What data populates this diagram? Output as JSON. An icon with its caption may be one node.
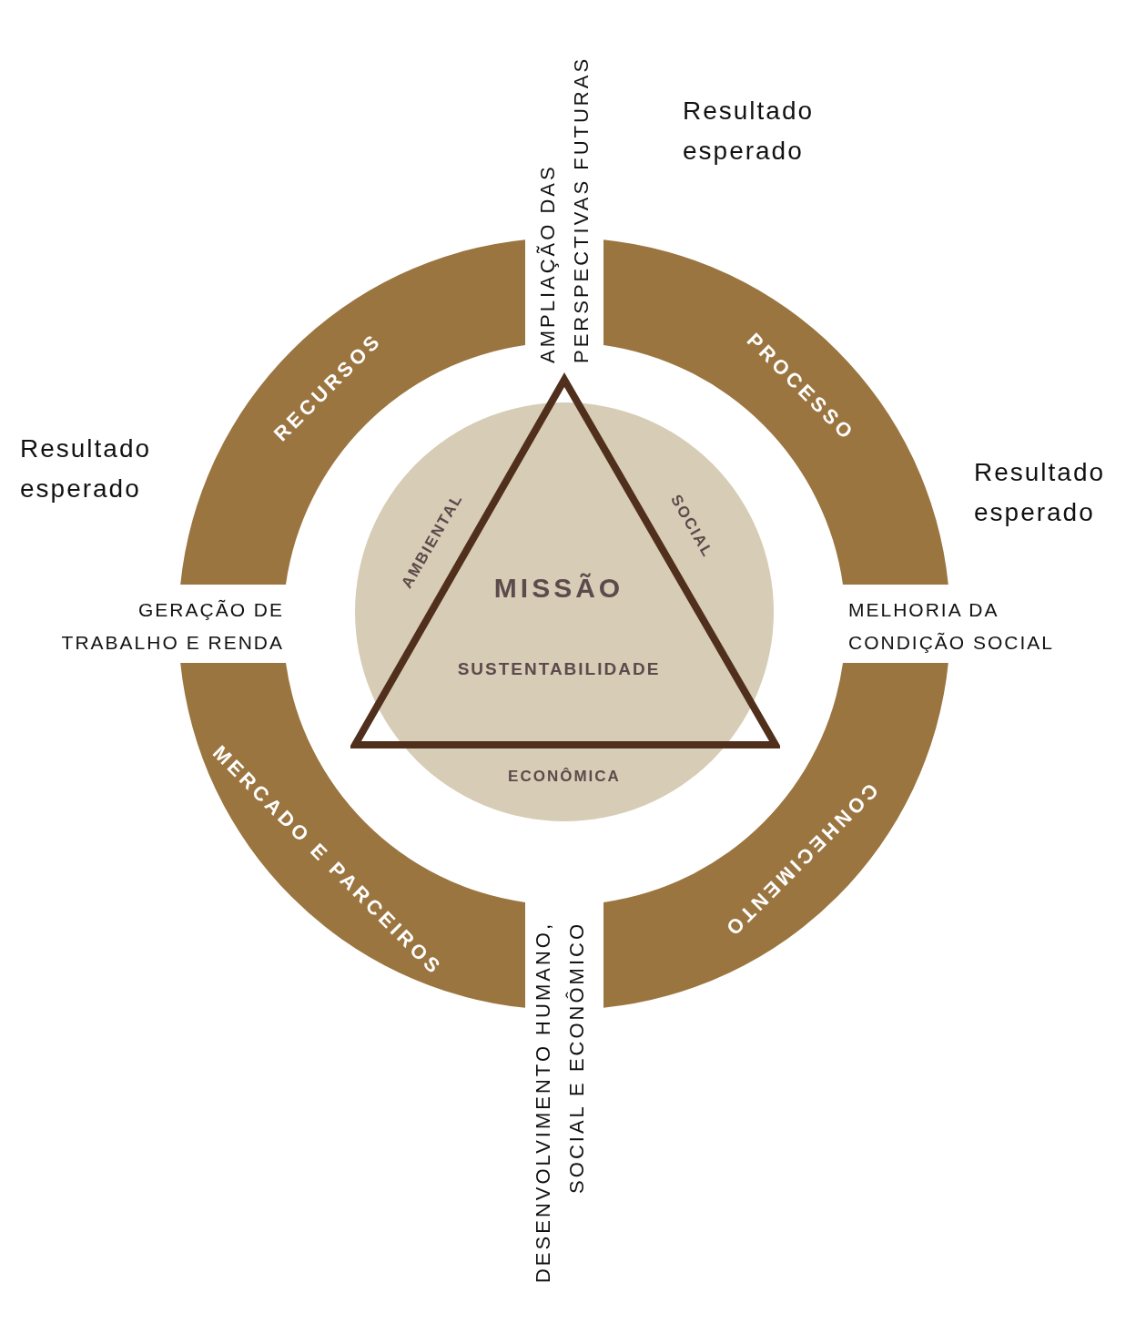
{
  "diagram": {
    "nodes": [
      {
        "text": [
          "RECURSOS"
        ]
      },
      {
        "text": [
          "PROCESSO"
        ]
      },
      {
        "text": [
          "CONHECIMENTO"
        ]
      },
      {
        "text": [
          "MERCADO E PARCEIROS"
        ]
      },
      {
        "text": [],
        "shape": "circle"
      },
      {
        "text": [
          "MISSÃO",
          "SUSTENTABILIDADE"
        ]
      }
    ],
    "labels": [
      "AMPLIAÇÃO DAS PERSPECTIVAS FUTURAS",
      "Resultado esperado",
      "Resultado esperado",
      "GERAÇÃO DE TRABALHO E RENDA",
      "MELHORIA DA CONDIÇÃO SOCIAL",
      "Resultado esperado",
      "DESENVOLVIMENTO HUMANO, SOCIAL E ECONÔMICO",
      "AMBIENTAL",
      "SOCIAL",
      "ECONÔMICA"
    ]
  }
}
